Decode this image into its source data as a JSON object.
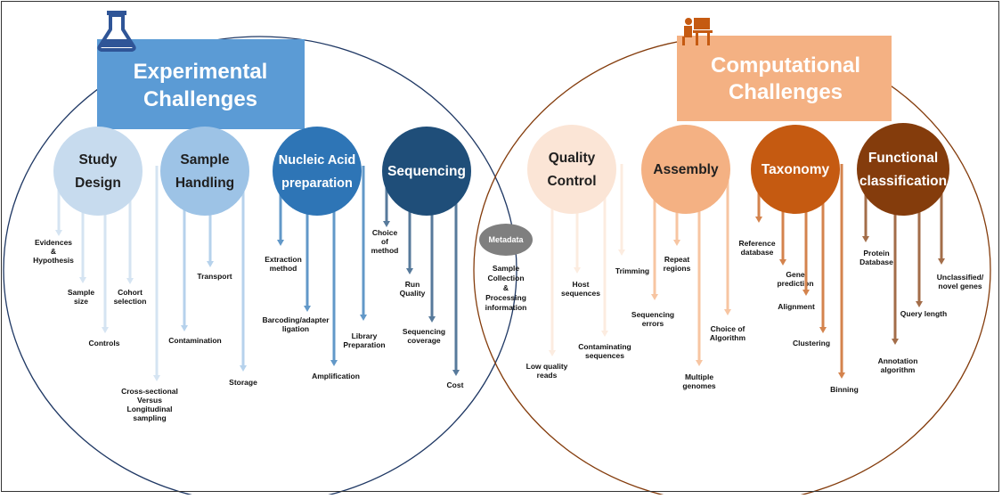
{
  "experimental": {
    "title_lines": [
      "Experimental",
      "Challenges"
    ],
    "icon": "flask-icon",
    "categories": [
      {
        "key": "study-design",
        "label_lines": [
          "Study",
          "Design"
        ],
        "color": "#c7dbee",
        "text_color": "#1f1f1f",
        "leaves": [
          {
            "lines": [
              "Evidences",
              "&",
              "Hypothesis"
            ]
          },
          {
            "lines": [
              "Sample",
              "size"
            ]
          },
          {
            "lines": [
              "Controls"
            ]
          },
          {
            "lines": [
              "Cohort",
              "selection"
            ]
          },
          {
            "lines": [
              "Cross-sectional",
              "Versus",
              "Longitudinal",
              "sampling"
            ]
          }
        ]
      },
      {
        "key": "sample-handling",
        "label_lines": [
          "Sample",
          "Handling"
        ],
        "color": "#9dc3e6",
        "text_color": "#1f1f1f",
        "leaves": [
          {
            "lines": [
              "Contamination"
            ]
          },
          {
            "lines": [
              "Transport"
            ]
          },
          {
            "lines": [
              "Storage"
            ]
          }
        ]
      },
      {
        "key": "nucleic-acid",
        "label_lines": [
          "Nucleic Acid",
          "preparation"
        ],
        "color": "#2e75b6",
        "text_color": "#ffffff",
        "leaves": [
          {
            "lines": [
              "Extraction",
              "method"
            ]
          },
          {
            "lines": [
              "Barcoding/adapter",
              "ligation"
            ]
          },
          {
            "lines": [
              "Amplification"
            ]
          },
          {
            "lines": [
              "Library",
              "Preparation"
            ]
          }
        ]
      },
      {
        "key": "sequencing",
        "label_lines": [
          "Sequencing"
        ],
        "color": "#1f4e79",
        "text_color": "#ffffff",
        "leaves": [
          {
            "lines": [
              "Choice",
              "of",
              "method"
            ]
          },
          {
            "lines": [
              "Run",
              "Quality"
            ]
          },
          {
            "lines": [
              "Sequencing",
              "coverage"
            ]
          },
          {
            "lines": [
              "Cost"
            ]
          }
        ]
      }
    ]
  },
  "metadata": {
    "label": "Metadata",
    "detail_lines": [
      "Sample",
      "Collection",
      "&",
      "Processing",
      "information"
    ]
  },
  "computational": {
    "title_lines": [
      "Computational",
      "Challenges"
    ],
    "icon": "person-at-computer-icon",
    "categories": [
      {
        "key": "quality-control",
        "label_lines": [
          "Quality",
          "Control"
        ],
        "color": "#fbe5d6",
        "text_color": "#1f1f1f",
        "leaves": [
          {
            "lines": [
              "Low quality",
              "reads"
            ]
          },
          {
            "lines": [
              "Host",
              "sequences"
            ]
          },
          {
            "lines": [
              "Contaminating",
              "sequences"
            ]
          },
          {
            "lines": [
              "Trimming"
            ]
          }
        ]
      },
      {
        "key": "assembly",
        "label_lines": [
          "Assembly"
        ],
        "color": "#f4b183",
        "text_color": "#1f1f1f",
        "leaves": [
          {
            "lines": [
              "Sequencing",
              "errors"
            ]
          },
          {
            "lines": [
              "Repeat",
              "regions"
            ]
          },
          {
            "lines": [
              "Multiple",
              "genomes"
            ]
          },
          {
            "lines": [
              "Choice of",
              "Algorithm"
            ]
          }
        ]
      },
      {
        "key": "taxonomy",
        "label_lines": [
          "Taxonomy"
        ],
        "color": "#c55a11",
        "text_color": "#ffffff",
        "leaves": [
          {
            "lines": [
              "Reference",
              "database"
            ]
          },
          {
            "lines": [
              "Gene",
              "prediction"
            ]
          },
          {
            "lines": [
              "Alignment"
            ]
          },
          {
            "lines": [
              "Clustering"
            ]
          },
          {
            "lines": [
              "Binning"
            ]
          }
        ]
      },
      {
        "key": "functional",
        "label_lines": [
          "Functional",
          "classification"
        ],
        "color": "#843c0c",
        "text_color": "#ffffff",
        "leaves": [
          {
            "lines": [
              "Protein",
              "Database"
            ]
          },
          {
            "lines": [
              "Annotation",
              "algorithm"
            ]
          },
          {
            "lines": [
              "Query length"
            ]
          },
          {
            "lines": [
              "Unclassified/",
              "novel genes"
            ]
          }
        ]
      }
    ]
  },
  "colors": {
    "exp_banner": "#5b9bd5",
    "exp_outline": "#1f3864",
    "comp_banner": "#f4b183",
    "comp_outline": "#843c0c",
    "metadata_fill": "#7f7f7f"
  }
}
